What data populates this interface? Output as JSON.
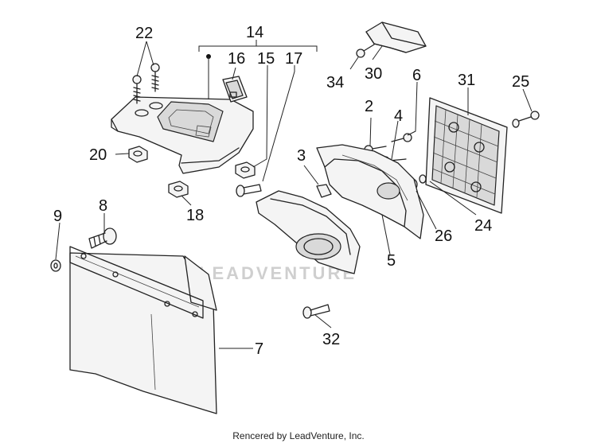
{
  "callouts": {
    "c2": "2",
    "c3": "3",
    "c4": "4",
    "c5": "5",
    "c6": "6",
    "c7": "7",
    "c8": "8",
    "c9": "9",
    "c14": "14",
    "c15": "15",
    "c16": "16",
    "c17": "17",
    "c18": "18",
    "c20": "20",
    "c22": "22",
    "c24": "24",
    "c25": "25",
    "c26": "26",
    "c30": "30",
    "c31": "31",
    "c32": "32",
    "c34": "34"
  },
  "watermark": "LEADVENTURE",
  "footer": "Rencered by LeadVenture, Inc."
}
